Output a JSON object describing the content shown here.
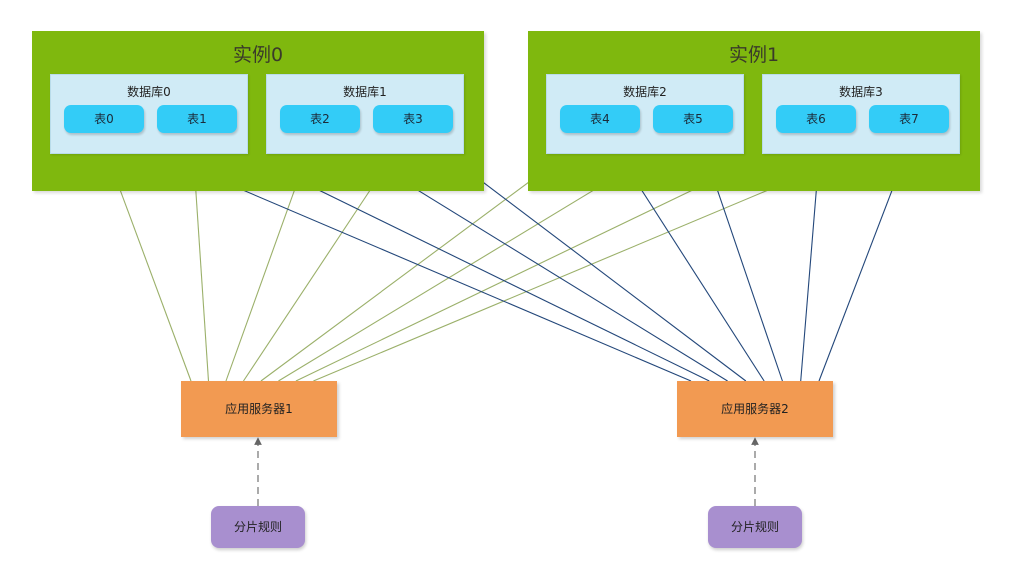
{
  "diagram": {
    "instances": [
      {
        "id": "instance0",
        "label": "实例0",
        "databases": [
          {
            "id": "db0",
            "label": "数据库0",
            "tables": [
              {
                "id": "t0",
                "label": "表0"
              },
              {
                "id": "t1",
                "label": "表1"
              }
            ]
          },
          {
            "id": "db1",
            "label": "数据库1",
            "tables": [
              {
                "id": "t2",
                "label": "表2"
              },
              {
                "id": "t3",
                "label": "表3"
              }
            ]
          }
        ]
      },
      {
        "id": "instance1",
        "label": "实例1",
        "databases": [
          {
            "id": "db2",
            "label": "数据库2",
            "tables": [
              {
                "id": "t4",
                "label": "表4"
              },
              {
                "id": "t5",
                "label": "表5"
              }
            ]
          },
          {
            "id": "db3",
            "label": "数据库3",
            "tables": [
              {
                "id": "t6",
                "label": "表6"
              },
              {
                "id": "t7",
                "label": "表7"
              }
            ]
          }
        ]
      }
    ],
    "servers": [
      {
        "id": "server1",
        "label": "应用服务器1"
      },
      {
        "id": "server2",
        "label": "应用服务器2"
      }
    ],
    "rules": [
      {
        "id": "rule1",
        "label": "分片规则",
        "target": "server1"
      },
      {
        "id": "rule2",
        "label": "分片规则",
        "target": "server2"
      }
    ],
    "connections": {
      "server1": [
        "t0",
        "t1",
        "t2",
        "t3",
        "t4",
        "t5",
        "t6",
        "t7"
      ],
      "server2": [
        "t0",
        "t1",
        "t2",
        "t3",
        "t4",
        "t5",
        "t6",
        "t7"
      ]
    },
    "colors": {
      "instance": "#7fb80e",
      "database": "#d0ebf6",
      "table": "#33ccf7",
      "server": "#f29a52",
      "rule": "#a88fcf",
      "server1_link": "#9bb06a",
      "server2_link": "#23477a",
      "rule_link": "#666666"
    }
  }
}
